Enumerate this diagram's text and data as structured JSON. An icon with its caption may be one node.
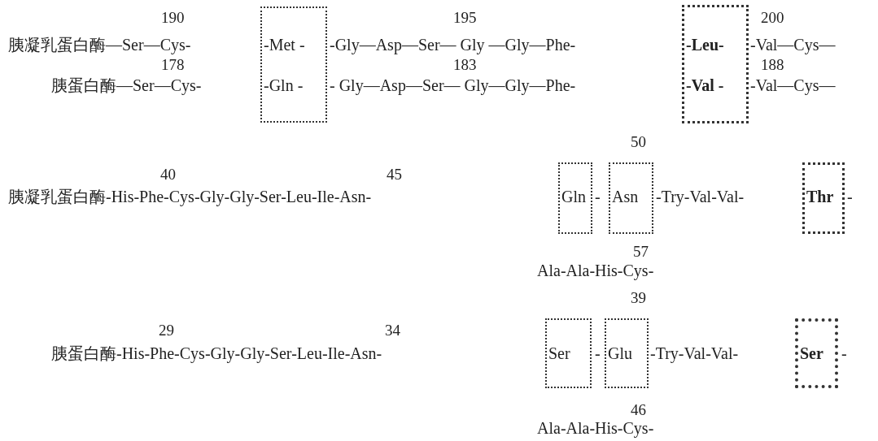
{
  "diagram": {
    "nodes": [
      {
        "text": [
          "-Met -",
          "-Gln -"
        ]
      },
      {
        "text": [
          "-Leu-",
          "-Val -"
        ]
      },
      {
        "text": [
          "Gln"
        ]
      },
      {
        "text": [
          "Asn"
        ]
      },
      {
        "text": [
          "Thr"
        ]
      },
      {
        "text": [
          "Ser"
        ]
      },
      {
        "text": [
          "Glu"
        ]
      },
      {
        "text": [
          "Ser"
        ]
      }
    ],
    "labels": [
      "190",
      "195",
      "200",
      "胰凝乳蛋白酶—Ser—Cys-",
      "-Gly—Asp—Ser— Gly —Gly—Phe-",
      "-Val—Cys—",
      "178",
      "183",
      "188",
      "胰蛋白酶—Ser—Cys-",
      "- Gly—Asp—Ser— Gly—Gly—Phe-",
      "-Val—Cys—",
      "50",
      "40",
      "45",
      "胰凝乳蛋白酶-His-Phe-Cys-Gly-Gly-Ser-Leu-Ile-Asn-",
      "-",
      "-Try-Val-Val-",
      "-",
      "57",
      "Ala-Ala-His-Cys-",
      "39",
      "29",
      "34",
      "胰蛋白酶-His-Phe-Cys-Gly-Gly-Ser-Leu-Ile-Asn-",
      "-",
      "-Try-Val-Val-",
      "-",
      "46",
      "Ala-Ala-His-Cys-"
    ]
  }
}
